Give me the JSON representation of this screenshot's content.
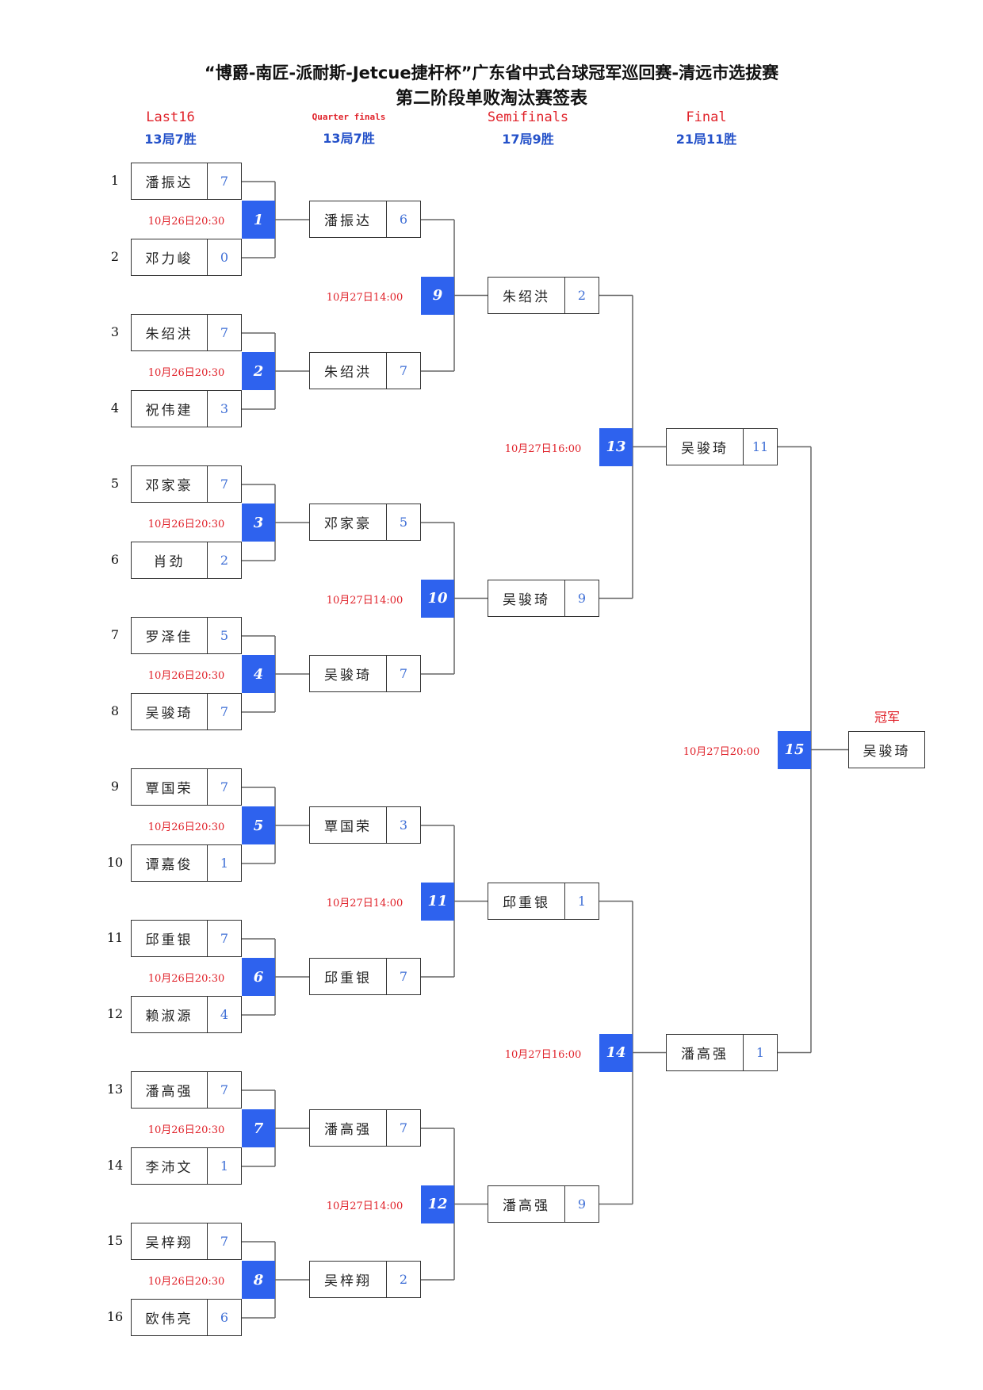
{
  "title_line1": "“博爵-南匠-派耐斯-Jetcue捷杆杯”广东省中式台球冠军巡回赛-清远市选拔赛",
  "title_line2": "第二阶段单败淘汰赛签表",
  "rounds": [
    {
      "name": "Last16",
      "format": "13局7胜"
    },
    {
      "name": "Quarter finals",
      "format": "13局7胜"
    },
    {
      "name": "Semifinals",
      "format": "17局9胜"
    },
    {
      "name": "Final",
      "format": "21局11胜"
    }
  ],
  "last16": [
    {
      "seed": "1",
      "name": "潘振达",
      "score": "7"
    },
    {
      "seed": "2",
      "name": "邓力峻",
      "score": "0"
    },
    {
      "seed": "3",
      "name": "朱绍洪",
      "score": "7"
    },
    {
      "seed": "4",
      "name": "祝伟建",
      "score": "3"
    },
    {
      "seed": "5",
      "name": "邓家豪",
      "score": "7"
    },
    {
      "seed": "6",
      "name": "肖劲",
      "score": "2"
    },
    {
      "seed": "7",
      "name": "罗泽佳",
      "score": "5"
    },
    {
      "seed": "8",
      "name": "吴骏琦",
      "score": "7"
    },
    {
      "seed": "9",
      "name": "覃国荣",
      "score": "7"
    },
    {
      "seed": "10",
      "name": "谭嘉俊",
      "score": "1"
    },
    {
      "seed": "11",
      "name": "邱重银",
      "score": "7"
    },
    {
      "seed": "12",
      "name": "赖淑源",
      "score": "4"
    },
    {
      "seed": "13",
      "name": "潘高强",
      "score": "7"
    },
    {
      "seed": "14",
      "name": "李沛文",
      "score": "1"
    },
    {
      "seed": "15",
      "name": "吴梓翔",
      "score": "7"
    },
    {
      "seed": "16",
      "name": "欧伟亮",
      "score": "6"
    }
  ],
  "quarterfinals": [
    {
      "name": "潘振达",
      "score": "6"
    },
    {
      "name": "朱绍洪",
      "score": "7"
    },
    {
      "name": "邓家豪",
      "score": "5"
    },
    {
      "name": "吴骏琦",
      "score": "7"
    },
    {
      "name": "覃国荣",
      "score": "3"
    },
    {
      "name": "邱重银",
      "score": "7"
    },
    {
      "name": "潘高强",
      "score": "7"
    },
    {
      "name": "吴梓翔",
      "score": "2"
    }
  ],
  "semifinals": [
    {
      "name": "朱绍洪",
      "score": "2"
    },
    {
      "name": "吴骏琦",
      "score": "9"
    },
    {
      "name": "邱重银",
      "score": "1"
    },
    {
      "name": "潘高强",
      "score": "9"
    }
  ],
  "final": [
    {
      "name": "吴骏琦",
      "score": "11"
    },
    {
      "name": "潘高强",
      "score": "1"
    }
  ],
  "matches": [
    {
      "no": "1",
      "time": "10月26日20:30"
    },
    {
      "no": "2",
      "time": "10月26日20:30"
    },
    {
      "no": "3",
      "time": "10月26日20:30"
    },
    {
      "no": "4",
      "time": "10月26日20:30"
    },
    {
      "no": "5",
      "time": "10月26日20:30"
    },
    {
      "no": "6",
      "time": "10月26日20:30"
    },
    {
      "no": "7",
      "time": "10月26日20:30"
    },
    {
      "no": "8",
      "time": "10月26日20:30"
    },
    {
      "no": "9",
      "time": "10月27日14:00"
    },
    {
      "no": "10",
      "time": "10月27日14:00"
    },
    {
      "no": "11",
      "time": "10月27日14:00"
    },
    {
      "no": "12",
      "time": "10月27日14:00"
    },
    {
      "no": "13",
      "time": "10月27日16:00"
    },
    {
      "no": "14",
      "time": "10月27日16:00"
    },
    {
      "no": "15",
      "time": "10月27日20:00"
    }
  ],
  "champion": {
    "label": "冠军",
    "name": "吴骏琦"
  },
  "colors": {
    "match_box": "#2e62ee",
    "round_name": "#e0222a",
    "format": "#2451c9",
    "score": "#3f6fd6",
    "time": "#e0222a"
  }
}
